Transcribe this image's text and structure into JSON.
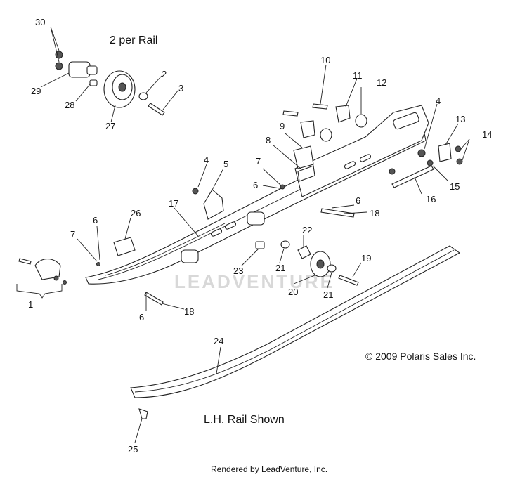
{
  "captions": {
    "per_rail": "2 per Rail",
    "shown": "L.H. Rail Shown",
    "copyright": "© 2009 Polaris Sales Inc.",
    "rendered_by": "Rendered by LeadVenture, Inc.",
    "watermark": "LEADVENTURE"
  },
  "callouts": [
    "30",
    "29",
    "28",
    "27",
    "2",
    "3",
    "10",
    "11",
    "12",
    "4",
    "13",
    "14",
    "9",
    "8",
    "15",
    "16",
    "7",
    "6",
    "4",
    "5",
    "17",
    "26",
    "7",
    "6",
    "6",
    "18",
    "22",
    "21",
    "23",
    "19",
    "20",
    "21",
    "1",
    "6",
    "18",
    "24",
    "25"
  ]
}
